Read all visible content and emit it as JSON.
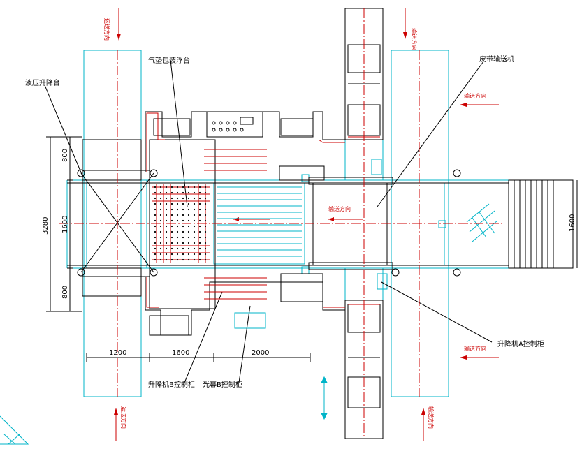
{
  "labels": {
    "airbag_platform": "气垫包装浮台",
    "hydraulic_lift": "液压升降台",
    "belt_conveyor": "皮带输送机",
    "lift_a_cabinet": "升降机A控制柜",
    "lift_b_cabinet": "升降机B控制柜",
    "curtain_b_cabinet": "光幕B控制柜",
    "conveying_direction": "输送方向"
  },
  "direction_notes": {
    "top_left": "运送方向",
    "top_right": "输送方向",
    "right_upper": "输送方向",
    "right_lower": "输送方向",
    "bottom_left": "运送方向",
    "bottom_right": "输送方向"
  },
  "dimensions": {
    "d800_top": "800",
    "d1600_mid": "1600",
    "d800_bottom": "800",
    "d3280_total": "3280",
    "d1200": "1200",
    "d1600_bottom": "1600",
    "d2000": "2000",
    "d1600_right": "1600"
  },
  "colors": {
    "cyan": "#00b4c8",
    "red": "#cc0000",
    "black": "#000000"
  }
}
